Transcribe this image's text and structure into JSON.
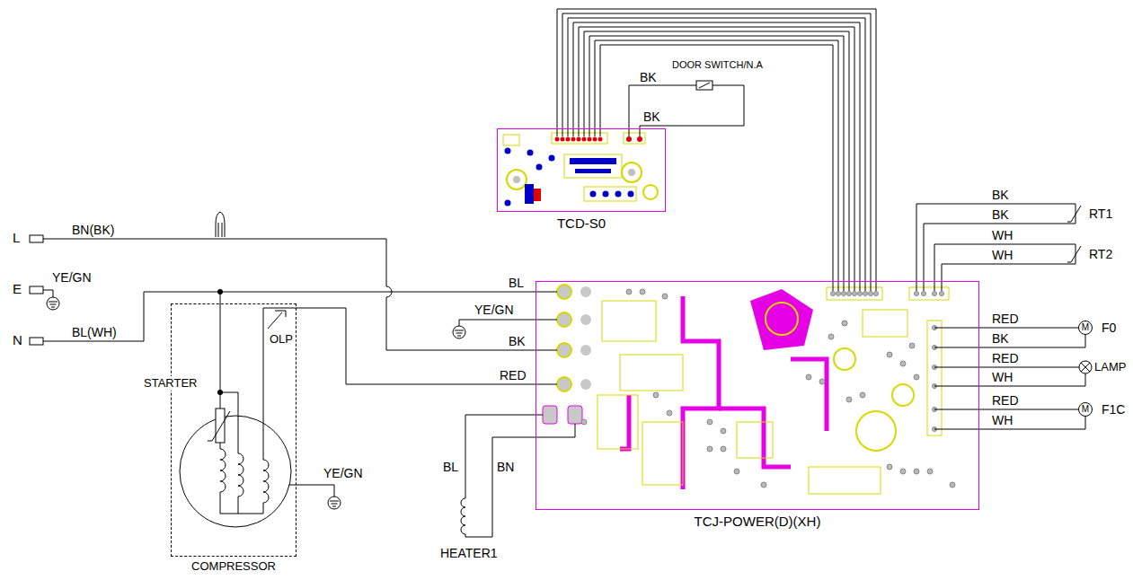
{
  "diagram": {
    "nodes": [
      {
        "text": [
          "TCD-S0"
        ]
      },
      {
        "text": [
          "TCJ-POWER(D)(XH)"
        ]
      },
      {
        "text": [
          "COMPRESSOR"
        ]
      },
      {
        "text": [
          "M",
          "F0"
        ]
      },
      {
        "text": [
          "M",
          "F1C"
        ]
      }
    ],
    "edges": [
      {
        "from": 0,
        "to": 1,
        "arrow": "none"
      },
      {
        "from": 1,
        "to": 2,
        "arrow": "none",
        "label": "RED"
      },
      {
        "from": 1,
        "to": 3,
        "arrow": "none"
      },
      {
        "from": 1,
        "to": 4,
        "arrow": "none"
      }
    ],
    "labels": [
      "L",
      "BN(BK)",
      "E",
      "YE/GN",
      "N",
      "BL(WH)",
      "BL",
      "YE/GN",
      "BK",
      "STARTER",
      "OLP",
      "YE/GN",
      "BL",
      "BN",
      "HEATER1",
      "BK",
      "DOOR SWITCH/N.A",
      "BK",
      "BK",
      "BK",
      "RT1",
      "WH",
      "WH",
      "RT2",
      "RED",
      "BK",
      "RED",
      "WH",
      "LAMP",
      "RED",
      "WH"
    ]
  }
}
